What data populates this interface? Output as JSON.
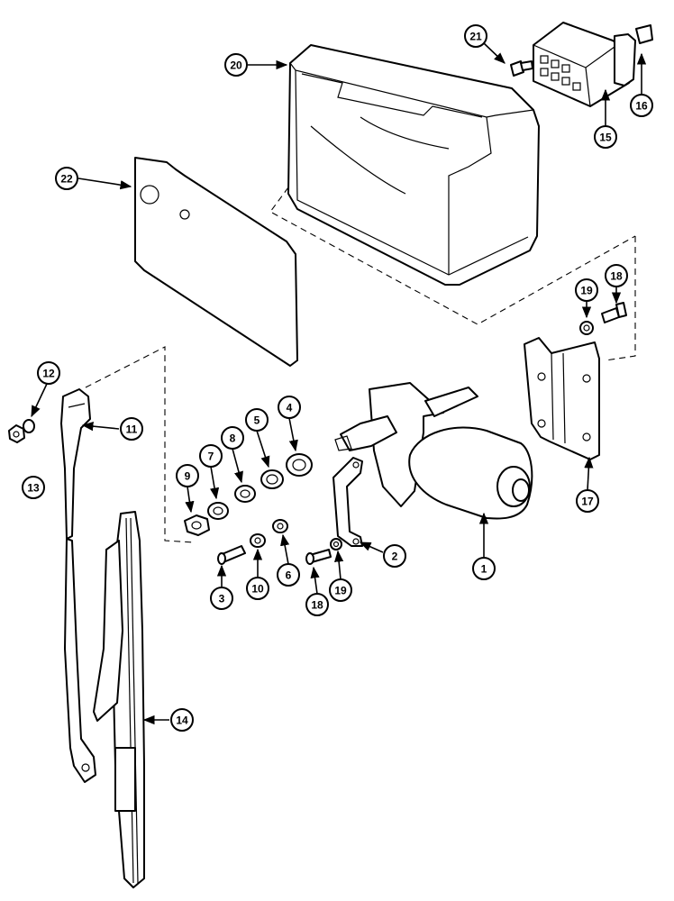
{
  "callouts": [
    {
      "id": "1",
      "label": "1"
    },
    {
      "id": "2",
      "label": "2"
    },
    {
      "id": "3",
      "label": "3"
    },
    {
      "id": "4",
      "label": "4"
    },
    {
      "id": "5",
      "label": "5"
    },
    {
      "id": "6",
      "label": "6"
    },
    {
      "id": "7",
      "label": "7"
    },
    {
      "id": "8",
      "label": "8"
    },
    {
      "id": "9",
      "label": "9"
    },
    {
      "id": "10",
      "label": "10"
    },
    {
      "id": "11",
      "label": "11"
    },
    {
      "id": "12",
      "label": "12"
    },
    {
      "id": "13",
      "label": "13"
    },
    {
      "id": "14",
      "label": "14"
    },
    {
      "id": "15",
      "label": "15"
    },
    {
      "id": "16",
      "label": "16"
    },
    {
      "id": "17",
      "label": "17"
    },
    {
      "id": "18a",
      "label": "18"
    },
    {
      "id": "18b",
      "label": "18"
    },
    {
      "id": "19a",
      "label": "19"
    },
    {
      "id": "19b",
      "label": "19"
    },
    {
      "id": "20",
      "label": "20"
    },
    {
      "id": "21",
      "label": "21"
    },
    {
      "id": "22",
      "label": "22"
    }
  ]
}
